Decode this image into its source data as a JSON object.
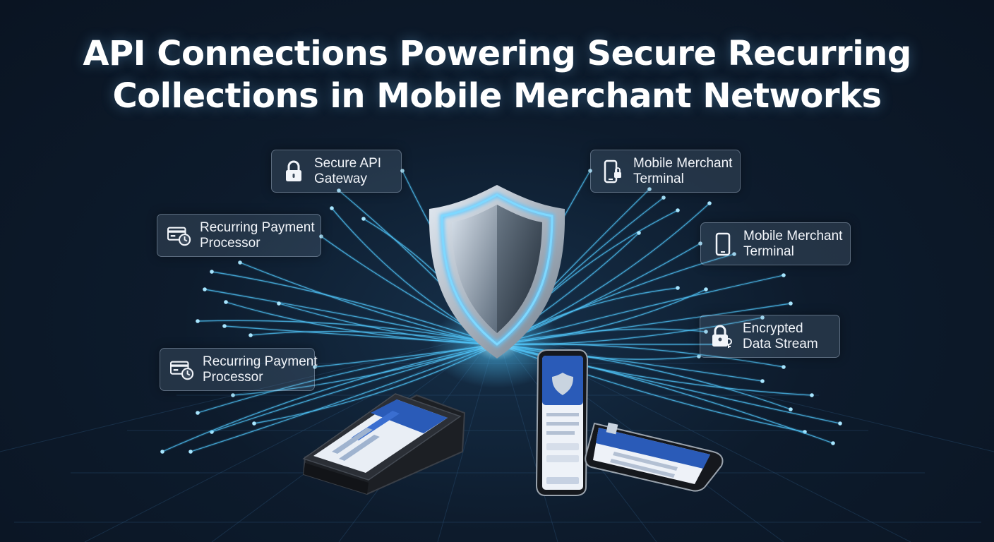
{
  "title": {
    "line1": "API Connections Powering Secure Recurring",
    "line2": "Collections in Mobile Merchant Networks"
  },
  "nodes": [
    {
      "id": "secure-api-gateway",
      "icon": "padlock-icon",
      "line1": "Secure API",
      "line2": "Gateway"
    },
    {
      "id": "mobile-merchant-terminal-top",
      "icon": "mobile-phone-lock-icon",
      "line1": "Mobile Merchant",
      "line2": "Terminal"
    },
    {
      "id": "recurring-payment-processor-top",
      "icon": "card-clock-icon",
      "line1": "Recurring Payment",
      "line2": "Processor"
    },
    {
      "id": "mobile-merchant-terminal-mid",
      "icon": "mobile-phone-icon",
      "line1": "Mobile Merchant",
      "line2": "Terminal"
    },
    {
      "id": "encrypted-data-stream",
      "icon": "padlock-key-icon",
      "line1": "Encrypted",
      "line2": "Data Stream"
    },
    {
      "id": "recurring-payment-processor-bottom",
      "icon": "card-clock-icon",
      "line1": "Recurring Payment",
      "line2": "Processor"
    }
  ],
  "colors": {
    "background": "#0d1b2c",
    "line_glow": "#4fc3f7",
    "shield_rim": "#5ec8ff",
    "card_border": "#c8d7eb",
    "device_screen": "#2a5bb8"
  }
}
